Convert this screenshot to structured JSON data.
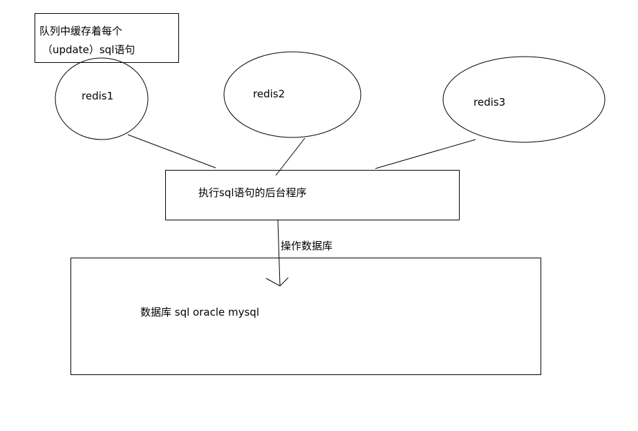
{
  "note": {
    "line1": "队列中缓存着每个",
    "line2": "（update）sql语句"
  },
  "nodes": {
    "redis1": "redis1",
    "redis2": "redis2",
    "redis3": "redis3",
    "executor": "执行sql语句的后台程序",
    "database": "数据库 sql oracle mysql"
  },
  "edges": {
    "executor_to_database": "操作数据库"
  },
  "colors": {
    "stroke": "#000000",
    "background": "#ffffff"
  }
}
